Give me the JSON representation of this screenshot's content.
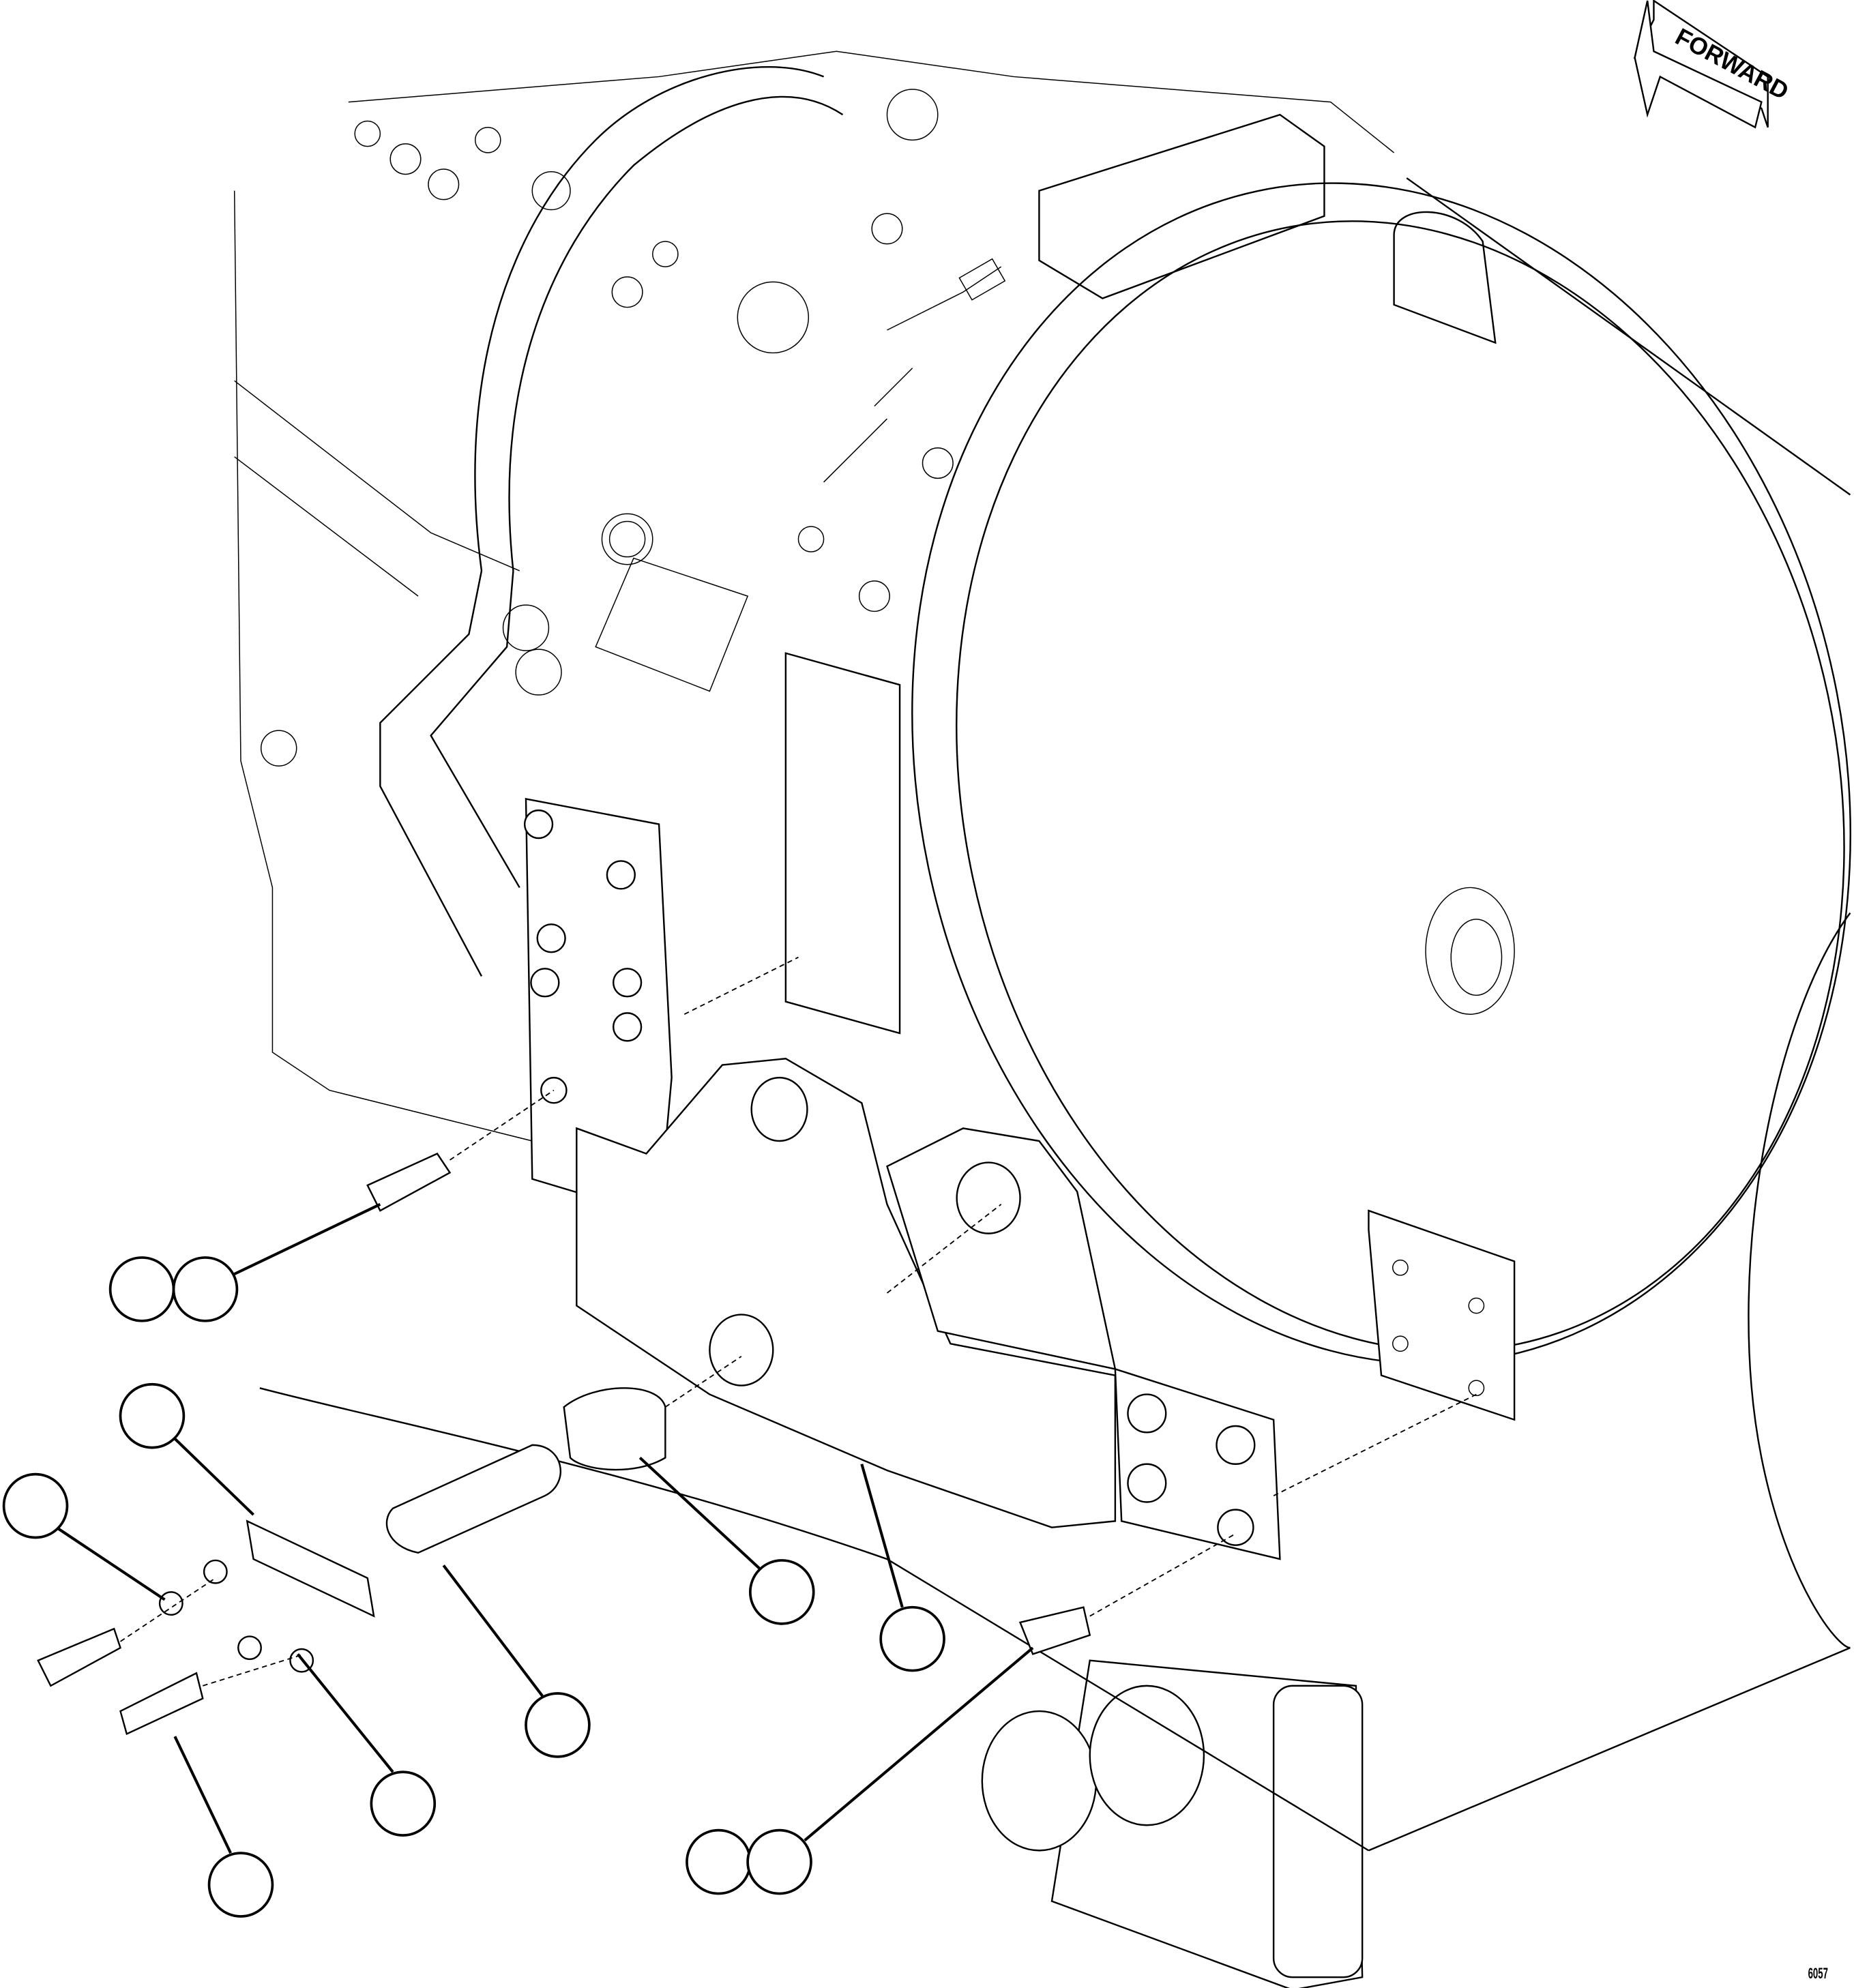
{
  "figure": {
    "direction_label": "FORWARD",
    "drawing_code": "6057",
    "callouts": [
      {
        "id": "c1"
      },
      {
        "id": "c2"
      },
      {
        "id": "c3"
      },
      {
        "id": "c4"
      },
      {
        "id": "c5"
      },
      {
        "id": "c6"
      },
      {
        "id": "c7"
      },
      {
        "id": "c8"
      },
      {
        "id": "c9"
      },
      {
        "id": "c10"
      },
      {
        "id": "c11"
      }
    ]
  }
}
